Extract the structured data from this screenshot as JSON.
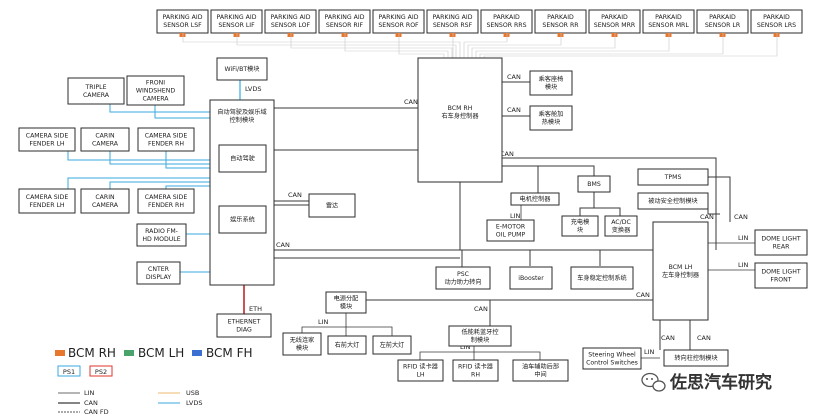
{
  "sensors": [
    [
      "PARKING AID",
      "SENSOR LSF"
    ],
    [
      "PARKING AID",
      "SENSOR LIF"
    ],
    [
      "PARKING AID",
      "SENSOR LOF"
    ],
    [
      "PARKING AID",
      "SENSOR RIF"
    ],
    [
      "PARKING AID",
      "SENSOR ROF"
    ],
    [
      "PARKING AID",
      "SENSOR RSF"
    ],
    [
      "PARKAID",
      "SENSOR RRS"
    ],
    [
      "PARKAID",
      "SENSOR RR"
    ],
    [
      "PARKAID",
      "SENSOR MRR"
    ],
    [
      "PARKAID",
      "SENSOR MRL"
    ],
    [
      "PARKAID",
      "SENSOR LR"
    ],
    [
      "PARKAID",
      "SENSOR LRS"
    ]
  ],
  "boxes": {
    "wifi": [
      "WiFi/BT模块"
    ],
    "triple_camera": [
      "TRIPLE",
      "CAMERA"
    ],
    "front_windshield_camera": [
      "FRONI",
      "WINDSHEND",
      "CAMERA"
    ],
    "adas_main": [
      "自动驾驶及娱乐域",
      "控制模块"
    ],
    "adas_sub": [
      "自动驾驶"
    ],
    "entertainment": [
      "娱乐系统"
    ],
    "cam_side_fender_lh_top": [
      "CAMERA SIDE",
      "FENDER LH"
    ],
    "carin_camera_top": [
      "CARIN",
      "CAMERA"
    ],
    "cam_side_fender_rh_top": [
      "CAMERA SIDE",
      "FENDER RH"
    ],
    "cam_side_fender_lh_bottom": [
      "CAMERA SIDE",
      "FENDER LH"
    ],
    "carin_camera_bottom": [
      "CARIN",
      "CAMERA"
    ],
    "cam_side_fender_rh_bottom": [
      "CAMERA SIDE",
      "FENDER RH"
    ],
    "radio": [
      "RADIO FM-",
      "HD MODULE"
    ],
    "center_display": [
      "CNTER",
      "DISPLAY"
    ],
    "radar": [
      "雷达"
    ],
    "ethernet_diag": [
      "ETHERNET",
      "DIAG"
    ],
    "bcm_rh": [
      "BCM RH",
      "右车身控制器"
    ],
    "seat_module": [
      "乘客座椅",
      "模块"
    ],
    "seat_heat": [
      "乘客舱加",
      "热模块"
    ],
    "motor_controller": [
      "电机控制器"
    ],
    "emotor_pump": [
      "E-MOTOR",
      "OIL PUMP"
    ],
    "bms": [
      "BMS"
    ],
    "charger": [
      "充电模",
      "块"
    ],
    "acdc": [
      "AC/DC",
      "变换器"
    ],
    "tpms": [
      "TPMS"
    ],
    "passive_safety": [
      "被动安全控制模块"
    ],
    "bcm_lh": [
      "BCM LH",
      "左车身控制器"
    ],
    "dome_rear": [
      "DOME LIGHT",
      "REAR"
    ],
    "dome_front": [
      "DOME LIGHT",
      "FRONT"
    ],
    "psc": [
      "PSC",
      "动力助力转向"
    ],
    "ibooster": [
      "iBooster"
    ],
    "stability": [
      "车身稳定控制系统"
    ],
    "power_dist": [
      "电源分配",
      "模块"
    ],
    "keyless": [
      "无线连家",
      "模块"
    ],
    "right_headlamp": [
      "右前大灯"
    ],
    "left_headlamp": [
      "左前大灯"
    ],
    "ble": [
      "低能耗蓝牙控",
      "制模块"
    ],
    "rfid_lh": [
      "RFID 读卡器",
      "LH"
    ],
    "rfid_rh": [
      "RFID 读卡器",
      "RH"
    ],
    "rear_middle": [
      "油车辅助后部",
      "中间"
    ],
    "steering_switches": [
      "Steering Wheel",
      "Control Switches"
    ],
    "steering_column": [
      "转向柱控制模块"
    ]
  },
  "bus_labels": {
    "can": "CAN",
    "lin": "LIN",
    "lvds": "LVDS",
    "eth": "ETH"
  },
  "legend": {
    "bcm_rh": "BCM RH",
    "bcm_lh": "BCM LH",
    "bcm_fh": "BCM FH",
    "ps1": "PS1",
    "ps2": "PS2",
    "lin": "LIN",
    "can": "CAN",
    "canfd": "CAN FD",
    "usb": "USB",
    "lvds": "LVDS"
  },
  "colors": {
    "bcm_rh": "#e8772e",
    "bcm_lh": "#4aa36a",
    "bcm_fh": "#3b6fd1",
    "ps1": "#3aaae0",
    "ps2": "#e2342d",
    "lvds_line": "#3aaae0",
    "ethernet_line": "#c0282b",
    "front_camera_text": "#e2342d"
  },
  "watermark": {
    "icon": "wechat-icon",
    "text": "佐思汽车研究"
  }
}
